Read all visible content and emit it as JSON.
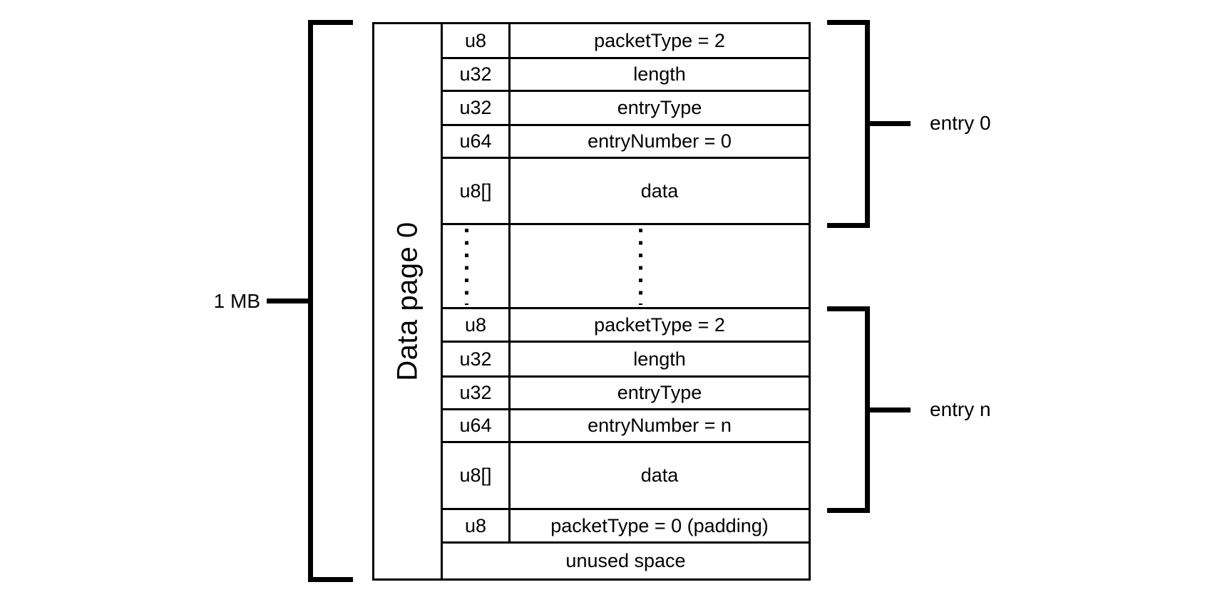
{
  "diagram": {
    "size_label": "1 MB",
    "page_label": "Data page 0",
    "entries": [
      {
        "label": "entry 0"
      },
      {
        "label": "entry n"
      }
    ],
    "rows": [
      {
        "kind": "field",
        "type": "u8",
        "value": "packetType = 2"
      },
      {
        "kind": "field",
        "type": "u32",
        "value": "length"
      },
      {
        "kind": "field",
        "type": "u32",
        "value": "entryType"
      },
      {
        "kind": "field",
        "type": "u64",
        "value": "entryNumber = 0"
      },
      {
        "kind": "field",
        "type": "u8[]",
        "value": "data"
      },
      {
        "kind": "ellipsis"
      },
      {
        "kind": "field",
        "type": "u8",
        "value": "packetType = 2"
      },
      {
        "kind": "field",
        "type": "u32",
        "value": "length"
      },
      {
        "kind": "field",
        "type": "u32",
        "value": "entryType"
      },
      {
        "kind": "field",
        "type": "u64",
        "value": "entryNumber = n"
      },
      {
        "kind": "field",
        "type": "u8[]",
        "value": "data"
      },
      {
        "kind": "field",
        "type": "u8",
        "value": "packetType = 0 (padding)"
      },
      {
        "kind": "span",
        "value": "unused space"
      }
    ],
    "colors": {
      "ink": "#000000",
      "background": "#ffffff"
    }
  }
}
